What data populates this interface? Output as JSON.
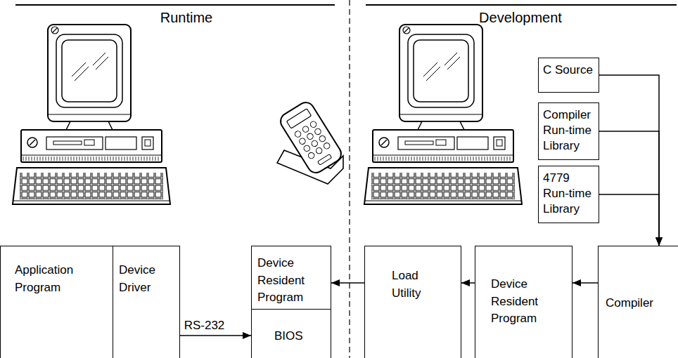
{
  "diagram": {
    "nodes": [
      {
        "text": [
          "C Source"
        ]
      },
      {
        "text": [
          "Compiler Run-time Library"
        ]
      },
      {
        "text": [
          "4779 Run-time Library"
        ]
      },
      {
        "text": [
          "Application Program"
        ]
      },
      {
        "text": [
          "Device Driver"
        ]
      },
      {
        "text": [
          "Device Resident Program"
        ]
      },
      {
        "text": [
          "BIOS"
        ]
      },
      {
        "text": [
          "Load Utility"
        ]
      },
      {
        "text": [
          "Device Resident Program"
        ]
      },
      {
        "text": [
          "Compiler"
        ]
      }
    ],
    "edges": [
      {
        "from": 0,
        "to": 9,
        "arrow": "to"
      },
      {
        "from": 1,
        "to": 9,
        "arrow": "to"
      },
      {
        "from": 2,
        "to": 9,
        "arrow": "to"
      },
      {
        "from": 9,
        "to": 8,
        "arrow": "to"
      },
      {
        "from": 8,
        "to": 7,
        "arrow": "to"
      },
      {
        "from": 7,
        "to": 5,
        "arrow": "to"
      },
      {
        "from": 4,
        "to": 6,
        "label": "RS-232",
        "arrow": "to"
      }
    ],
    "labels": [
      "Runtime",
      "Development"
    ]
  }
}
